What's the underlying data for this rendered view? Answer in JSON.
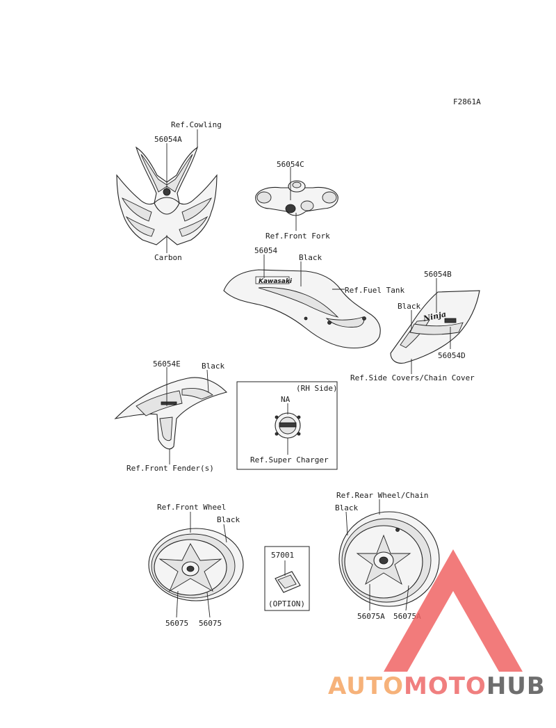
{
  "figure_id": "F2861A",
  "labels": {
    "ref_cowling": "Ref.Cowling",
    "p56054A": "56054A",
    "carbon": "Carbon",
    "p56054C": "56054C",
    "ref_front_fork": "Ref.Front Fork",
    "p56054": "56054",
    "black_tank": "Black",
    "ref_fuel_tank": "Ref.Fuel Tank",
    "p56054B": "56054B",
    "black_side": "Black",
    "p56054D": "56054D",
    "ref_side_covers": "Ref.Side Covers/Chain Cover",
    "p56054E": "56054E",
    "black_fender": "Black",
    "ref_front_fender": "Ref.Front Fender(s)",
    "rh_side": "(RH Side)",
    "na": "NA",
    "ref_super_charger": "Ref.Super Charger",
    "ref_front_wheel": "Ref.Front Wheel",
    "black_front_wheel": "Black",
    "p56075_left": "56075",
    "p56075_right": "56075",
    "p57001": "57001",
    "option": "(OPTION)",
    "ref_rear_wheel": "Ref.Rear Wheel/Chain",
    "black_rear_wheel": "Black",
    "p56075A_left": "56075A",
    "p56075A_right": "56075A"
  },
  "decal_text": {
    "tank_logo": "Kawasaki",
    "side_logo": "Ninja"
  },
  "watermark": {
    "part1": "AUTO",
    "part2": "MOTO",
    "part3": "HUB",
    "color_light": "#f6b27a",
    "color_mid": "#f07f7f",
    "color_dark": "#6e6e6e",
    "triangle_color": "#f06464"
  }
}
